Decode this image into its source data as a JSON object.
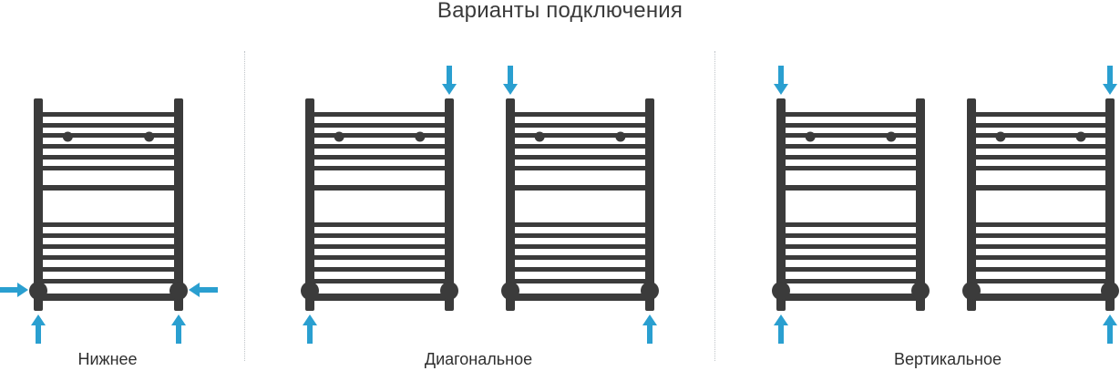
{
  "title": "Варианты подключения",
  "groups": [
    {
      "id": "bottom",
      "label": "Нижнее"
    },
    {
      "id": "diagonal",
      "label": "Диагональное"
    },
    {
      "id": "vertical",
      "label": "Вертикальное"
    }
  ],
  "colors": {
    "radiator": "#3b3b3b",
    "arrow": "#2a9fd0",
    "divider": "#bfc4c8",
    "title": "#3a3a3a"
  }
}
